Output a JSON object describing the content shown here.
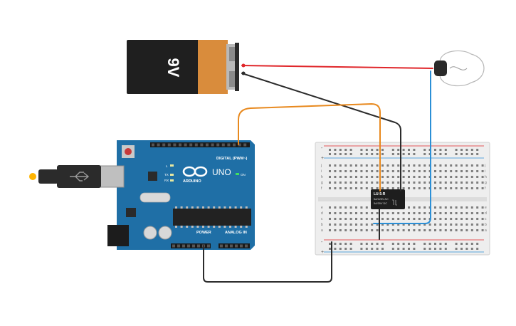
{
  "battery": {
    "label": "9V"
  },
  "arduino": {
    "digital_label": "DIGITAL (PWM~)",
    "uno_label": "UNO",
    "brand_label": "ARDUINO",
    "on_label": "ON",
    "power_label": "POWER",
    "analog_label": "ANALOG IN",
    "led_labels": [
      "L",
      "TX",
      "RX"
    ]
  },
  "relay": {
    "part": "LU-5-R",
    "line2": "5A/125V AC",
    "line3": "5A/30V DC"
  },
  "breadboard": {
    "row_letters_top": [
      "j",
      "i",
      "h",
      "g",
      "f"
    ],
    "row_letters_bottom": [
      "e",
      "d",
      "c",
      "b",
      "a"
    ],
    "rail_signs": [
      "-",
      "+"
    ]
  },
  "colors": {
    "wire_red": "#e0262a",
    "wire_black": "#2b2b2b",
    "wire_orange": "#e8891e",
    "wire_blue": "#2b8fd6",
    "board_blue": "#1f6fa6",
    "battery_orange": "#d98c3c",
    "battery_black": "#1f1f1f"
  }
}
